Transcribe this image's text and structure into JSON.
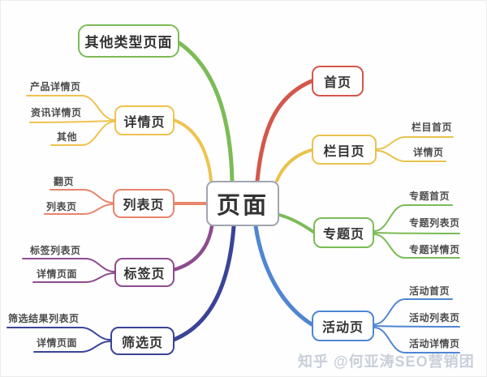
{
  "diagram": {
    "type": "mindmap",
    "root": {
      "label": "页面",
      "border_color": "#9fa6b0"
    },
    "left": [
      {
        "label": "其他类型页面",
        "color": "#7cbb57",
        "children": []
      },
      {
        "label": "详情页",
        "color": "#efc24f",
        "children": [
          "产品详情页",
          "资讯详情页",
          "其他"
        ]
      },
      {
        "label": "列表页",
        "color": "#e8846c",
        "children": [
          "翻页",
          "列表页"
        ]
      },
      {
        "label": "标签页",
        "color": "#8e4b8e",
        "children": [
          "标签列表页",
          "详情页面"
        ]
      },
      {
        "label": "筛选页",
        "color": "#3a4497",
        "children": [
          "筛选结果列表页",
          "详情页面"
        ]
      }
    ],
    "right": [
      {
        "label": "首页",
        "color": "#d4574c",
        "children": []
      },
      {
        "label": "栏目页",
        "color": "#e9c24d",
        "children": [
          "栏目首页",
          "详情页"
        ]
      },
      {
        "label": "专题页",
        "color": "#7cbb57",
        "children": [
          "专题首页",
          "专题列表页",
          "专题详情页"
        ]
      },
      {
        "label": "活动页",
        "color": "#4f86d2",
        "children": [
          "活动首页",
          "活动列表页",
          "活动详情页"
        ]
      }
    ]
  },
  "watermark": {
    "text": "知乎 @何亚涛SEO营销团",
    "color": "#c9cfda"
  }
}
